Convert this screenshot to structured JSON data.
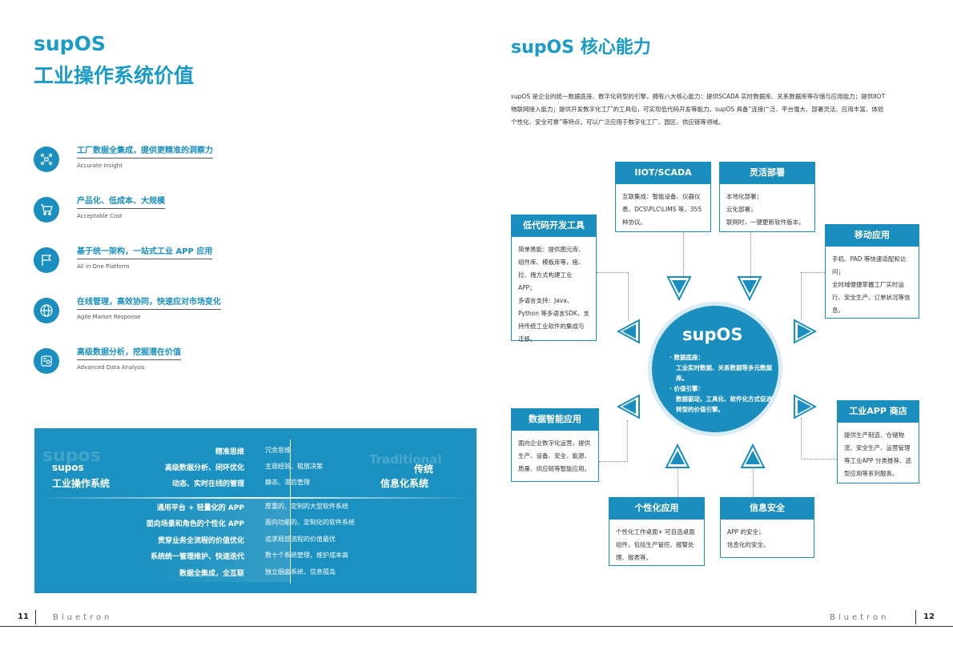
{
  "left": {
    "title_line1": "supOS",
    "title_line2": "工业操作系统价值",
    "features": [
      {
        "icon": "grid-dots-icon",
        "zh": "工厂数据全集成，提供更精准的洞察力",
        "en": "Accurate Insight"
      },
      {
        "icon": "cart-icon",
        "zh": "产品化、低成本、大规模",
        "en": "Acceptable Cost"
      },
      {
        "icon": "flag-icon",
        "zh": "基于统一架构，一站式工业 APP 应用",
        "en": "All in One Platform"
      },
      {
        "icon": "globe-icon",
        "zh": "在线管理，高效协同，快速应对市场变化",
        "en": "Agile Market Response"
      },
      {
        "icon": "data-analysis-icon",
        "zh": "高级数据分析，挖掘潜在价值",
        "en": "Advanced Data Analysis"
      }
    ],
    "compare": {
      "watermark_left": "supos",
      "watermark_right": "Traditional",
      "left_label_line1": "supos",
      "left_label_line2": "工业操作系统",
      "right_label_line1": "传统",
      "right_label_line2": "信息化系统",
      "top_left": [
        "精准思维",
        "高级数据分析、闭环优化",
        "动态、实时在线的管理"
      ],
      "top_right": [
        "冗余思维",
        "主观经验、粗放决策",
        "静态、滞后管理"
      ],
      "bottom_left": [
        "通用平台 + 轻量化的 APP",
        "面向场景和角色的个性化 APP",
        "贯穿业务全流程的价值优化",
        "系统统一管理维护、快速迭代",
        "数据全集成，全互联"
      ],
      "bottom_right": [
        "厚重的、定制的大型软件系统",
        "面向功能的、定制化的软件系统",
        "追求局部流程的价值最优",
        "数十个系统管理，维护成本高",
        "独立烟囱系统，信息孤岛"
      ]
    }
  },
  "right": {
    "title": "supOS 核心能力",
    "intro": "supOS 是企业的统一数据底座、数字化转型的引擎，拥有八大核心能力：提供SCADA 实时数据库、关系数据库等存储与应用能力；提供IIOT 物联网接入能力；提供开发数字化工厂的工具包，可实现低代码开发等能力。supOS 具备“连接广泛、平台强大、部署灵活、应用丰富、体验个性化、安全可靠”等特点，可以广泛应用于数字化工厂、园区、供应链等领域。",
    "center": {
      "logo": "supOS",
      "items": [
        "· 数据底座：",
        "工业实时数据、关系数据等多元数据库。",
        "· 价值引擎：",
        "数据驱动，工具化、软件化方式促进转型的价值引擎。"
      ]
    },
    "boxes": {
      "iiot": {
        "title": "IIOT/SCADA",
        "body": "互联集成：智能设备、仪器仪表、DCS\\PLC\\LIMS 等，355 种协议。"
      },
      "deploy": {
        "title": "灵活部署",
        "body": "本地化部署；\n云化部署；\n联网时，一键更新软件版本。"
      },
      "lowcode": {
        "title": "低代码开发工具",
        "body": "简单易能：提供图元库、组件库、模板库等，拖、拉、拽方式构建工业APP；\n多语言支持：Java、Python 等多语言SDK，支持传统工业软件的集成与迁移。"
      },
      "mobile": {
        "title": "移动应用",
        "body": "手机、PAD 等快速适配和访问；\n全时域便捷掌握工厂实时运行、安全生产、订单状况等信息。"
      },
      "ai": {
        "title": "数据智能应用",
        "body": "面向企业数字化运营，提供生产、设备、安全、能源、质量、供应链等智能应用。"
      },
      "appstore": {
        "title": "工业APP 商店",
        "body": "提供生产制造、仓储物流、安全生产、运营管理等工业APP 分类推荐、选型应用等系列服务。"
      },
      "personal": {
        "title": "个性化应用",
        "body": "个性化工作桌面+ 可自选桌面组件，包括生产管控、报警处理、报表等。"
      },
      "security": {
        "title": "信息安全",
        "body": "APP 的安全；\n信息化的安全。"
      }
    }
  },
  "footer": {
    "page_left": "11",
    "page_right": "12",
    "brand_left": "Bluetron",
    "brand_right": "Bluetron"
  },
  "colors": {
    "accent": "#1a8fbf",
    "title": "#1a9bc7"
  }
}
